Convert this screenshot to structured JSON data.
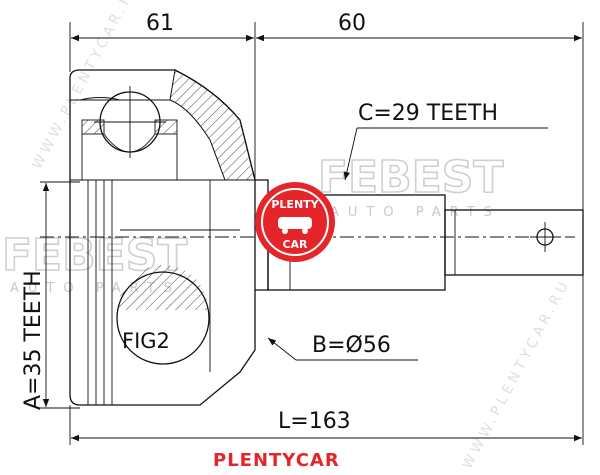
{
  "dimensions": {
    "top_left": "61",
    "top_right": "60",
    "spline_c": "C=29 TEETH",
    "spline_a": "A=35 TEETH",
    "diameter_b": "B=Ø56",
    "length_l": "L=163"
  },
  "figure_label": "FIG2",
  "brand": "PLENTYCAR",
  "watermarks": {
    "logo_text": "FEBEST",
    "logo_sub": "AUTO PARTS",
    "stamp_top": "PLENTY",
    "stamp_bottom": "CAR",
    "diagonal_1": "WWW.PLENTYCAR.RU",
    "diagonal_2": "WWW.PLENTYCAR.RU"
  },
  "colors": {
    "line": "#111111",
    "hatch": "#555555",
    "brand_red": "#e4262b",
    "watermark_gray": "#cfcfcf"
  }
}
